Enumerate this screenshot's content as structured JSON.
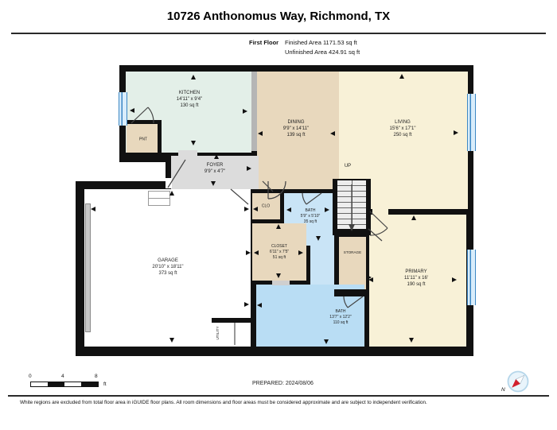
{
  "header": {
    "title": "10726 Anthonomus Way, Richmond, TX",
    "floor_label": "First Floor",
    "finished_area": "Finished Area 1171.53 sq ft",
    "unfinished_area": "Unfinished Area 424.91 sq ft"
  },
  "rooms": {
    "kitchen": {
      "name": "KITCHEN",
      "dims": "14'11\" x 9'4\"",
      "area": "130 sq ft"
    },
    "dining": {
      "name": "DINING",
      "dims": "9'9\" x 14'11\"",
      "area": "139 sq ft"
    },
    "living": {
      "name": "LIVING",
      "dims": "15'6\" x 17'1\"",
      "area": "250 sq ft"
    },
    "foyer": {
      "name": "FOYER",
      "dims": "9'9\" x 4'7\""
    },
    "pantry": {
      "name": "PNT"
    },
    "clo": {
      "name": "CLO"
    },
    "bath_upper": {
      "name": "BATH",
      "dims": "5'9\" x 5'10\"",
      "area": "35 sq ft"
    },
    "closet": {
      "name": "CLOSET",
      "dims": "6'11\" x 7'5\"",
      "area": "51 sq ft"
    },
    "storage": {
      "name": "STORAGE"
    },
    "primary": {
      "name": "PRIMARY",
      "dims": "11'11\" x 16'",
      "area": "190 sq ft"
    },
    "bath_lower": {
      "name": "BATH",
      "dims": "13'7\" x 12'2\"",
      "area": "110 sq ft"
    },
    "garage": {
      "name": "GARAGE",
      "dims": "20'10\" x 18'11\"",
      "area": "373 sq ft"
    },
    "utility": {
      "name": "UTILITY"
    },
    "stairs": {
      "label": "UP"
    }
  },
  "footer": {
    "scale": {
      "tick0": "0",
      "tick4": "4",
      "tick8": "8",
      "unit": "ft"
    },
    "prepared": "PREPARED: 2024/08/06",
    "compass_label": "N",
    "disclaimer": "White regions are excluded from total floor area in iGUIDE floor plans. All room dimensions and floor areas must be considered approximate and are subject to independent verification."
  },
  "colors": {
    "wall": "#111111",
    "kitchen_fill": "#e3efe8",
    "tan_fill": "#e8d8bd",
    "cream_fill": "#f8f1d7",
    "foyer_fill": "#dcdcdc",
    "bath_fill": "#bfe0f5",
    "window_blue": "#3c87c4",
    "compass_red": "#d21f2c"
  }
}
